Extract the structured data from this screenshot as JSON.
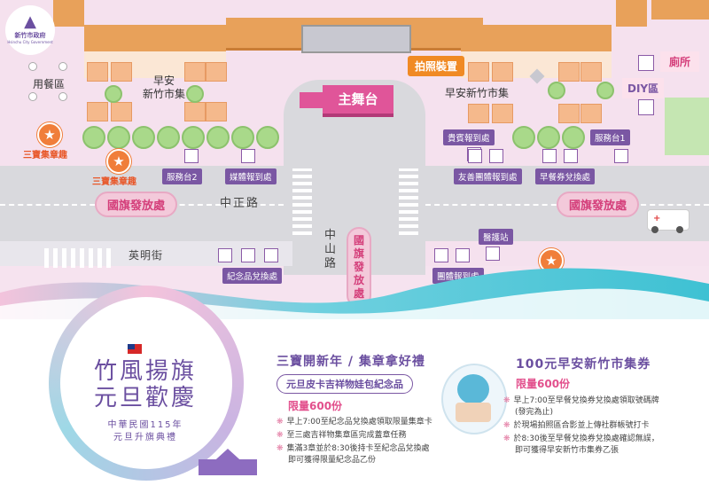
{
  "logo": {
    "text": "新竹市政府",
    "subtext": "Hsinchu City Government"
  },
  "map": {
    "dining": "用餐區",
    "market_left": "早安\n新竹市集",
    "market_right": "早安新竹市集",
    "photo": "拍照裝置",
    "toilet": "廁所",
    "diy": "DIY區",
    "main_stage": "主舞台",
    "vip": "貴賓報到處",
    "service1": "服務台1",
    "service2": "服務台2",
    "media": "媒體報到處",
    "friendly": "友善團體報到處",
    "breakfast": "早餐券兌換處",
    "flag_left": "國旗發放處",
    "flag_right": "國旗發放處",
    "flag_vertical": "國旗發放處",
    "road_zhongzheng": "中正路",
    "road_zhongshan": "中山路",
    "road_yingming": "英明街",
    "medical": "醫護站",
    "souvenir": "紀念品兌換處",
    "group": "團體報到處",
    "stamp": "三寶集章趣"
  },
  "panel": {
    "event_title1": "竹風揚旗",
    "event_title2": "元旦歡慶",
    "event_sub1": "中華民國115年",
    "event_sub2": "元旦升旗典禮",
    "section1_title": "三寶開新年 / 集章拿好禮",
    "section1_badge": "元旦皮卡吉祥物娃包紀念品",
    "section1_limit": "限量600份",
    "section1_items": [
      "早上7:00至紀念品兌換處領取限量集章卡",
      "至三處吉祥物集章區完成蓋章任務",
      "集滿3章並於8:30後持卡至紀念品兌換處\n即可獲得限量紀念品乙份"
    ],
    "section2_title": "100元早安新竹市集券",
    "section2_limit": "限量600份",
    "section2_items": [
      "早上7:00至早餐兌換券兌換處領取號碼牌\n(發完為止)",
      "於現場拍照區合影並上傳社群帳號打卡",
      "於8:30後至早餐兌換券兌換處確認無誤，\n即可獲得早安新竹市集券乙張"
    ]
  },
  "colors": {
    "purple": "#7a57a3",
    "pink": "#e24f8c",
    "orange": "#f08a24",
    "teal": "#3ec1d3"
  }
}
